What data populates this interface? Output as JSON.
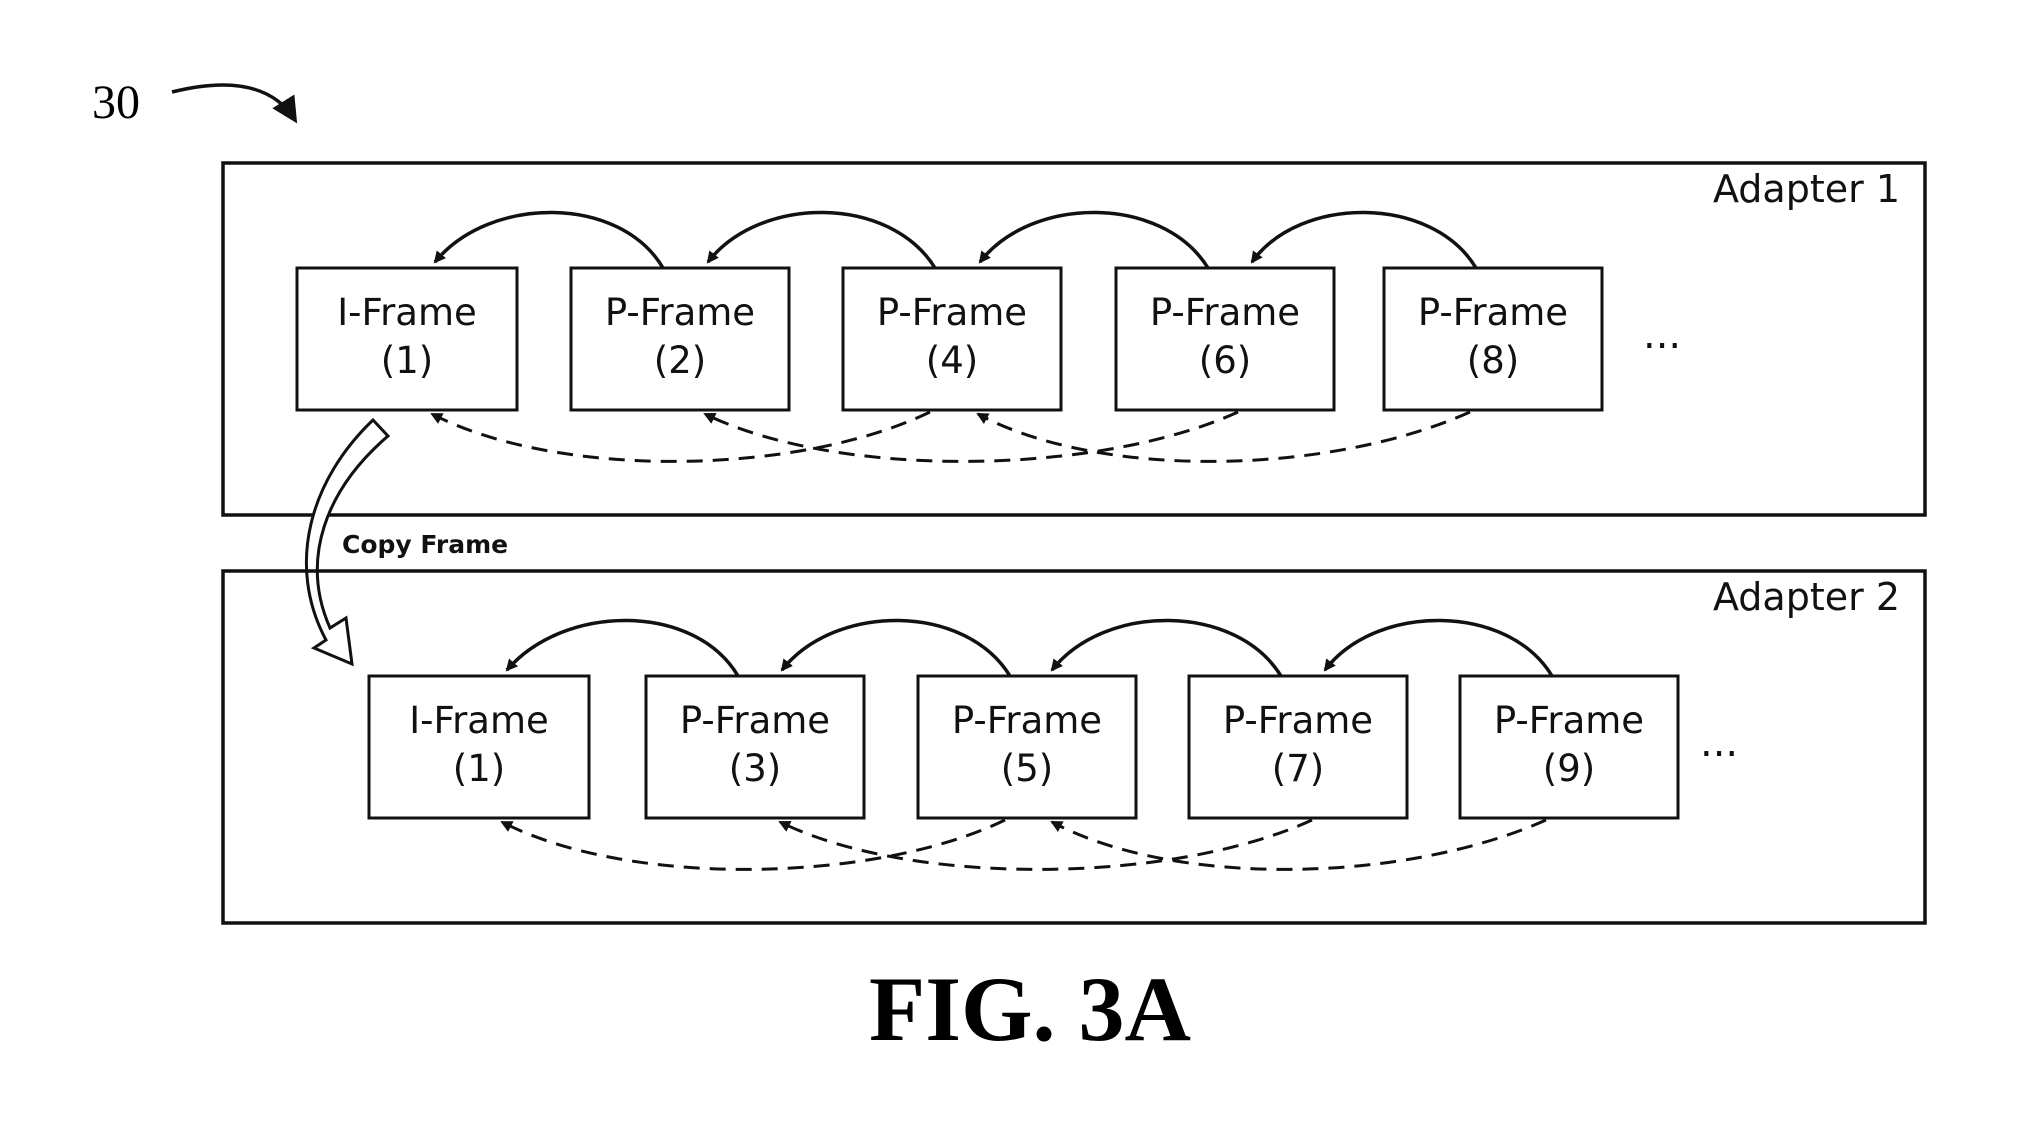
{
  "figure": {
    "ref_number": "30",
    "caption": "FIG. 3A",
    "copy_label": "Copy Frame",
    "ellipsis": "..."
  },
  "adapters": [
    {
      "label": "Adapter 1",
      "frames": [
        {
          "type": "I-Frame",
          "num": "(1)"
        },
        {
          "type": "P-Frame",
          "num": "(2)"
        },
        {
          "type": "P-Frame",
          "num": "(4)"
        },
        {
          "type": "P-Frame",
          "num": "(6)"
        },
        {
          "type": "P-Frame",
          "num": "(8)"
        }
      ]
    },
    {
      "label": "Adapter 2",
      "frames": [
        {
          "type": "I-Frame",
          "num": "(1)"
        },
        {
          "type": "P-Frame",
          "num": "(3)"
        },
        {
          "type": "P-Frame",
          "num": "(5)"
        },
        {
          "type": "P-Frame",
          "num": "(7)"
        },
        {
          "type": "P-Frame",
          "num": "(9)"
        }
      ]
    }
  ]
}
